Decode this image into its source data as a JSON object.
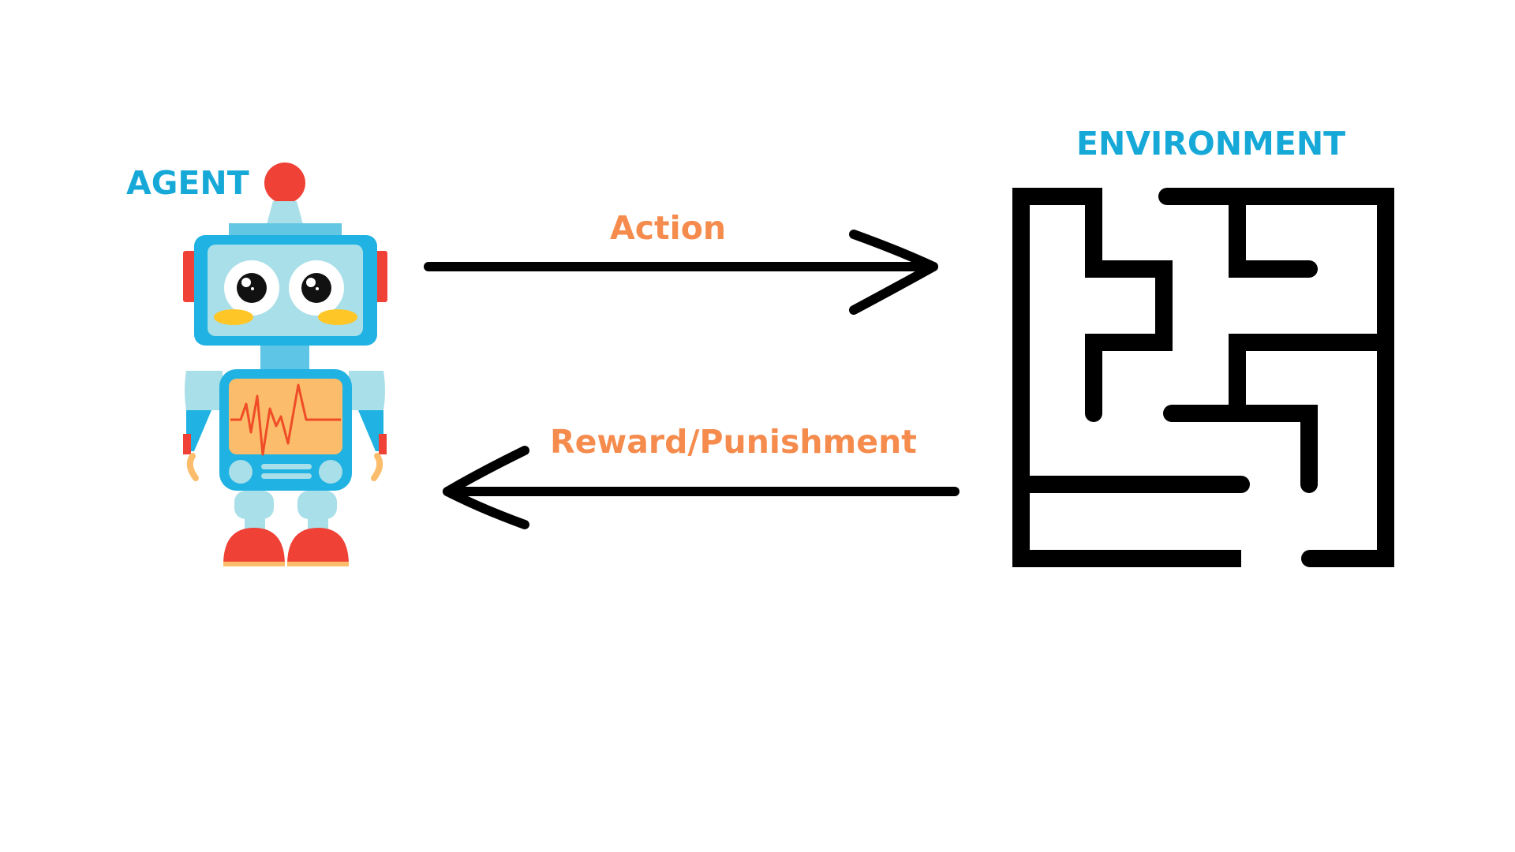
{
  "diagram": {
    "agent": {
      "label": "AGENT"
    },
    "environment": {
      "label": "ENVIRONMENT"
    },
    "edges": {
      "action": {
        "label": "Action"
      },
      "feedback": {
        "label": "Reward/Punishment"
      }
    },
    "colors": {
      "background": "#ffffff",
      "title_blue": "#16a9d8",
      "edge_label_orange": "#f58b4c",
      "line_black": "#000000",
      "robot_blue": "#1fb2e2",
      "robot_light_blue": "#a9dfe8",
      "robot_red": "#ef4136",
      "robot_yellow": "#ffc627",
      "robot_screen_orange": "#fbbd6b",
      "robot_wave_red": "#ef4c27"
    },
    "icons": {
      "agent": "robot-icon",
      "environment": "maze-icon"
    }
  }
}
